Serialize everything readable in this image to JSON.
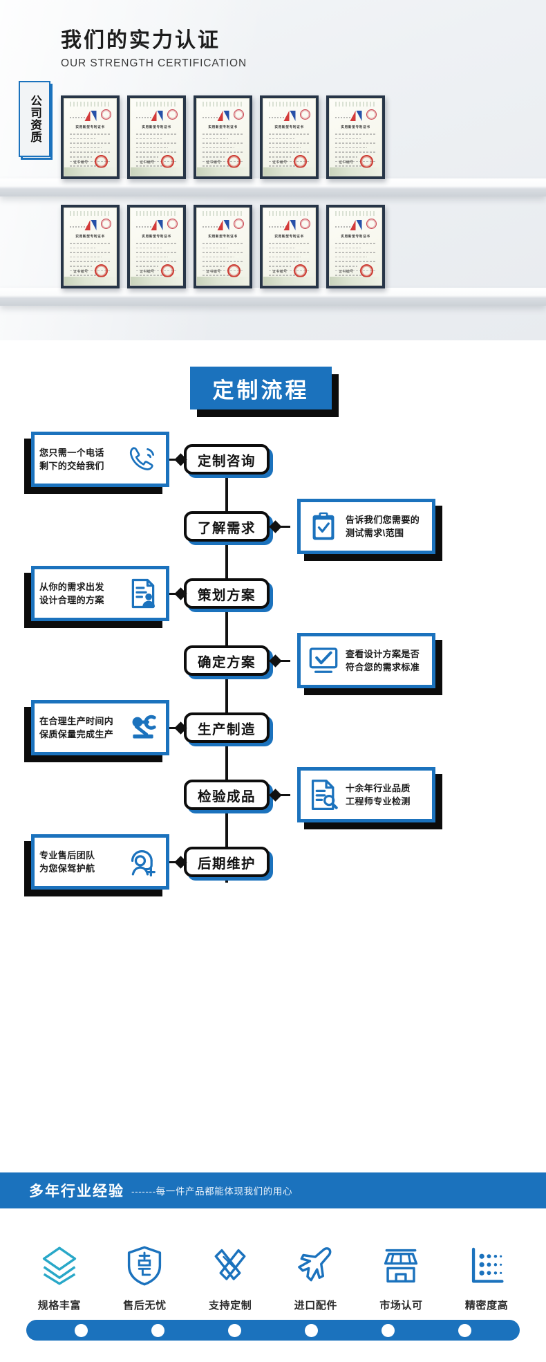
{
  "certification": {
    "heading_cn": "我们的实力认证",
    "heading_en": "OUR STRENGTH CERTIFICATION",
    "vertical_label": "公司资质",
    "certificate_title": "实用新型专利证书",
    "certificate_signature": "证书编号",
    "row1_count": 5,
    "row2_count": 5
  },
  "process": {
    "title": "定制流程",
    "steps": [
      {
        "name": "定制咨询",
        "side": "left",
        "card": "您只需一个电话\n剩下的交给我们",
        "icon": "phone-call-icon"
      },
      {
        "name": "了解需求",
        "side": "right",
        "card": "告诉我们您需要的\n测试需求\\范围",
        "icon": "clipboard-check-icon"
      },
      {
        "name": "策划方案",
        "side": "left",
        "card": "从你的需求出发\n设计合理的方案",
        "icon": "document-user-icon"
      },
      {
        "name": "确定方案",
        "side": "right",
        "card": "查看设计方案是否\n符合您的需求标准",
        "icon": "monitor-check-icon"
      },
      {
        "name": "生产制造",
        "side": "left",
        "card": "在合理生产时间内\n保质保量完成生产",
        "icon": "robot-arm-icon"
      },
      {
        "name": "检验成品",
        "side": "right",
        "card": "十余年行业品质\n工程师专业检测",
        "icon": "document-search-icon"
      },
      {
        "name": "后期维护",
        "side": "left",
        "card": "专业售后团队\n为您保驾护航",
        "icon": "headset-support-icon"
      }
    ]
  },
  "banner": {
    "main": "多年行业经验",
    "sub": "-------每一件产品都能体现我们的用心"
  },
  "features": [
    {
      "label": "规格丰富",
      "icon": "layers-icon"
    },
    {
      "label": "售后无忧",
      "icon": "shield-after-sales-icon"
    },
    {
      "label": "支持定制",
      "icon": "pencil-ruler-icon"
    },
    {
      "label": "进口配件",
      "icon": "airplane-icon"
    },
    {
      "label": "市场认可",
      "icon": "storefront-icon"
    },
    {
      "label": "精密度高",
      "icon": "precision-dots-icon"
    }
  ],
  "progress_dots": 6,
  "colors": {
    "brand_blue": "#1b72bd",
    "accent_teal": "#29a8c8",
    "ink": "#111111"
  }
}
